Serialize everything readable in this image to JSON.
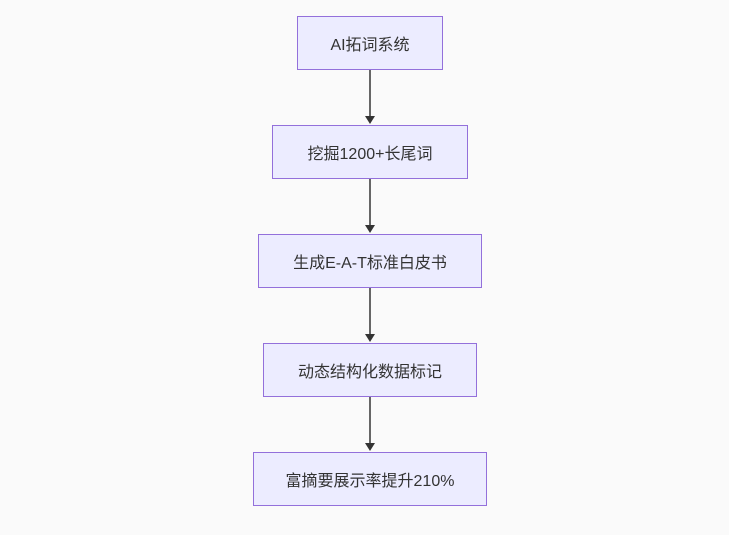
{
  "page": {
    "background": "#fafafa"
  },
  "flowchart": {
    "type": "flowchart",
    "direction": "top-down",
    "nodes": [
      {
        "id": "n1",
        "label": "AI拓词系统"
      },
      {
        "id": "n2",
        "label": "挖掘1200+长尾词"
      },
      {
        "id": "n3",
        "label": "生成E-A-T标准白皮书"
      },
      {
        "id": "n4",
        "label": "动态结构化数据标记"
      },
      {
        "id": "n5",
        "label": "富摘要展示率提升210%"
      }
    ],
    "edges": [
      {
        "from": "n1",
        "to": "n2"
      },
      {
        "from": "n2",
        "to": "n3"
      },
      {
        "from": "n3",
        "to": "n4"
      },
      {
        "from": "n4",
        "to": "n5"
      }
    ],
    "colors": {
      "node_fill": "#ececff",
      "node_border": "#9370db",
      "edge_line": "#666666",
      "arrowhead": "#333333",
      "text": "#333333"
    }
  }
}
